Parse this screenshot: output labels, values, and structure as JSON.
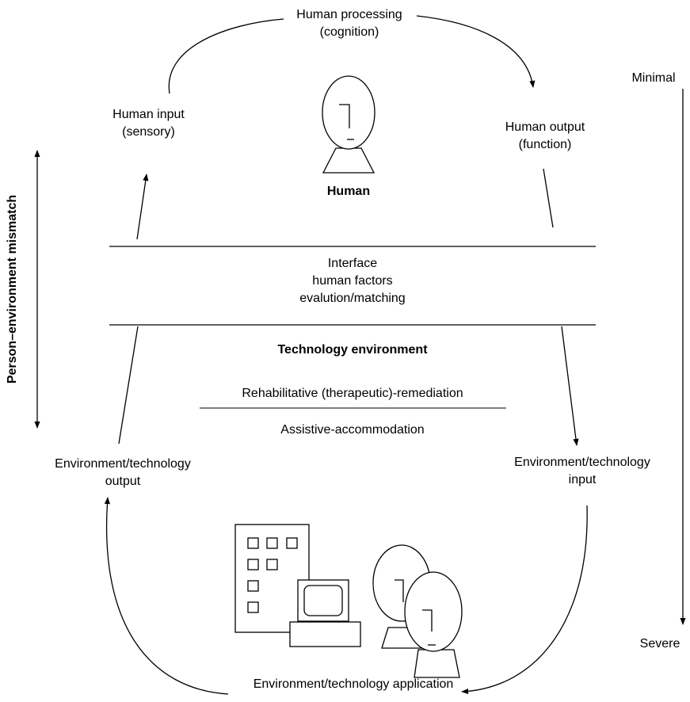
{
  "cycle": {
    "processing": [
      "Human processing",
      "(cognition)"
    ],
    "input": [
      "Human input",
      "(sensory)"
    ],
    "output": [
      "Human output",
      "(function)"
    ],
    "human": "Human"
  },
  "interface": [
    "Interface",
    "human factors",
    "evalution/matching"
  ],
  "technology": {
    "title": "Technology environment",
    "rehab": "Rehabilitative (therapeutic)-remediation",
    "assistive": "Assistive-accommodation",
    "env_output": [
      "Environment/technology",
      "output"
    ],
    "env_input": [
      "Environment/technology",
      "input"
    ],
    "env_application": "Environment/technology application"
  },
  "side": {
    "mismatch": "Person–environment mismatch",
    "minimal": "Minimal",
    "severe": "Severe"
  },
  "icons": [
    "human-head-icon",
    "building-icon",
    "computer-icon",
    "two-people-icon"
  ]
}
